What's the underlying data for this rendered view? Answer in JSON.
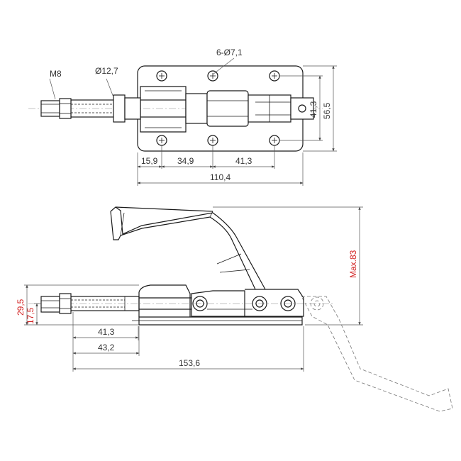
{
  "colors": {
    "line": "#1a1a1a",
    "dimension_text": "#333333",
    "red_dimension_text": "#d22222",
    "background": "#ffffff"
  },
  "top_view": {
    "thread_label": "M8",
    "hole_label": "Ø12,7",
    "mount_holes_label": "6-Ø7,1",
    "dim_15_9": "15,9",
    "dim_34_9": "34,9",
    "dim_41_3": "41,3",
    "dim_110_4": "110,4",
    "dim_vertical_41_3": "41,3",
    "dim_vertical_56_5": "56,5"
  },
  "side_view": {
    "dim_max_83": "Max.83",
    "dim_29_5": "29,5",
    "dim_17_5": "17,5",
    "dim_41_3": "41,3",
    "dim_43_2": "43,2",
    "dim_153_6": "153,6"
  }
}
